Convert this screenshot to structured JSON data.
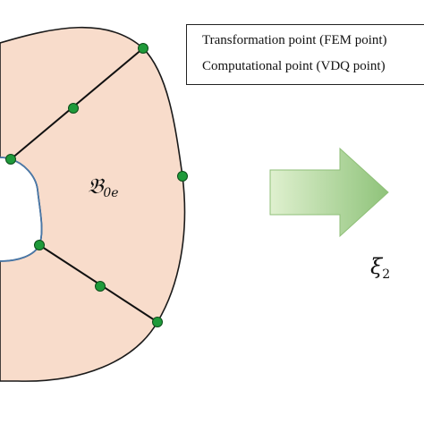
{
  "legend": {
    "transformation_point": "Transformation point (FEM point)",
    "computational_point": "Computational point (VDQ point)"
  },
  "region_label": {
    "symbol": "𝔅",
    "subscript": "0",
    "subscript2": "e"
  },
  "xi_label": {
    "symbol": "ξ",
    "subscript": "2"
  },
  "colors": {
    "region_fill": "#f8dccb",
    "outline": "#1a1a1a",
    "inner_boundary": "#4a78a8",
    "node": "#1f9a3a",
    "arrow_light": "#d4ebbf",
    "arrow_dark": "#8fc37a"
  }
}
